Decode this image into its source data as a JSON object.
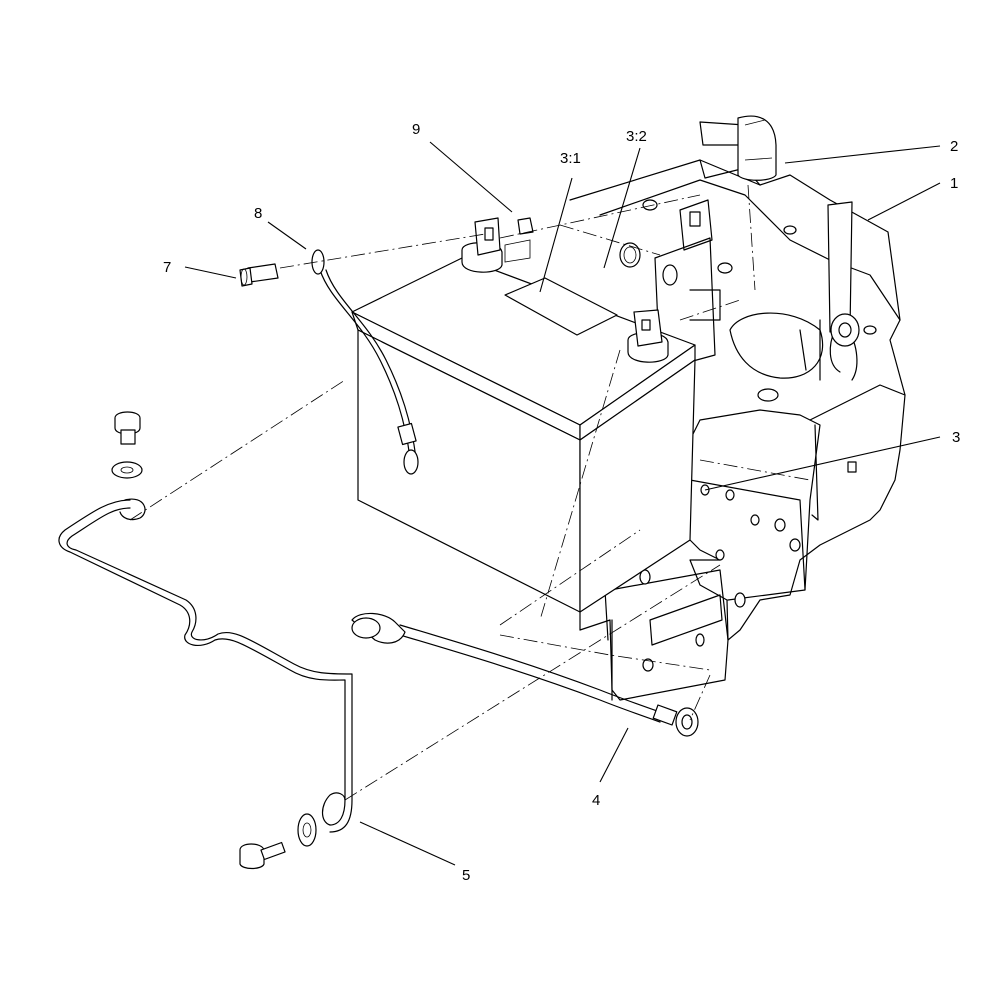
{
  "callouts": [
    {
      "id": "c1",
      "label": "1"
    },
    {
      "id": "c2",
      "label": "2"
    },
    {
      "id": "c3",
      "label": "3"
    },
    {
      "id": "c31",
      "label": "3:1"
    },
    {
      "id": "c32",
      "label": "3:2"
    },
    {
      "id": "c4",
      "label": "4"
    },
    {
      "id": "c5",
      "label": "5"
    },
    {
      "id": "c7",
      "label": "7"
    },
    {
      "id": "c8",
      "label": "8"
    },
    {
      "id": "c9",
      "label": "9"
    }
  ]
}
